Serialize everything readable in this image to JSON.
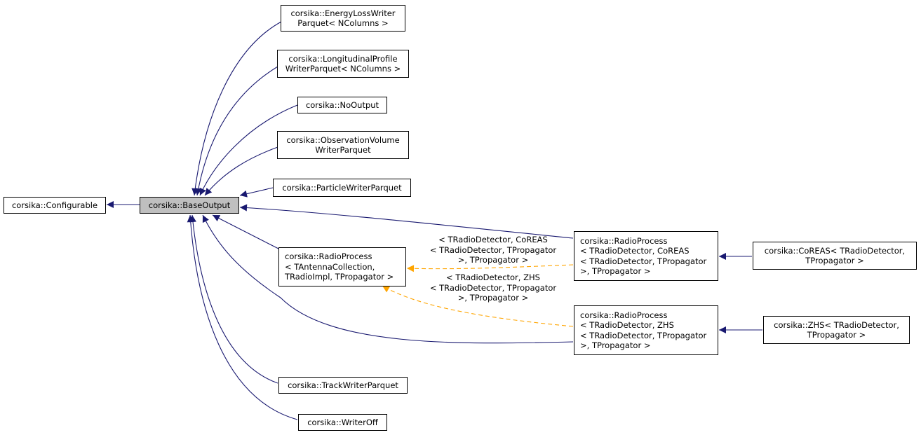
{
  "colors": {
    "inheritance": "#191970",
    "template": "#ffa500",
    "current_fill": "#bfbfbf"
  },
  "nodes": {
    "configurable": {
      "lines": [
        "corsika::Configurable"
      ]
    },
    "base_output": {
      "lines": [
        "corsika::BaseOutput"
      ]
    },
    "energy_loss": {
      "lines": [
        "corsika::EnergyLossWriter",
        "Parquet< NColumns >"
      ]
    },
    "longitudinal": {
      "lines": [
        "corsika::LongitudinalProfile",
        "WriterParquet< NColumns >"
      ]
    },
    "no_output": {
      "lines": [
        "corsika::NoOutput"
      ]
    },
    "observation": {
      "lines": [
        "corsika::ObservationVolume",
        "WriterParquet"
      ]
    },
    "particle": {
      "lines": [
        "corsika::ParticleWriterParquet"
      ]
    },
    "radio_generic": {
      "lines": [
        "corsika::RadioProcess",
        "< TAntennaCollection,",
        "TRadioImpl, TPropagator >"
      ]
    },
    "radio_coreas": {
      "lines": [
        "corsika::RadioProcess",
        "< TRadioDetector, CoREAS",
        "< TRadioDetector, TPropagator",
        ">, TPropagator >"
      ]
    },
    "radio_zhs": {
      "lines": [
        "corsika::RadioProcess",
        "< TRadioDetector, ZHS",
        "< TRadioDetector, TPropagator",
        ">, TPropagator >"
      ]
    },
    "coreas": {
      "lines": [
        "corsika::CoREAS< TRadioDetector,",
        "TPropagator >"
      ]
    },
    "zhs": {
      "lines": [
        "corsika::ZHS< TRadioDetector,",
        "TPropagator >"
      ]
    },
    "track": {
      "lines": [
        "corsika::TrackWriterParquet"
      ]
    },
    "writer_off": {
      "lines": [
        "corsika::WriterOff"
      ]
    }
  },
  "edge_labels": {
    "coreas": [
      "< TRadioDetector, CoREAS",
      "< TRadioDetector, TPropagator",
      ">, TPropagator >"
    ],
    "zhs": [
      "< TRadioDetector, ZHS",
      "< TRadioDetector, TPropagator",
      ">, TPropagator >"
    ]
  }
}
